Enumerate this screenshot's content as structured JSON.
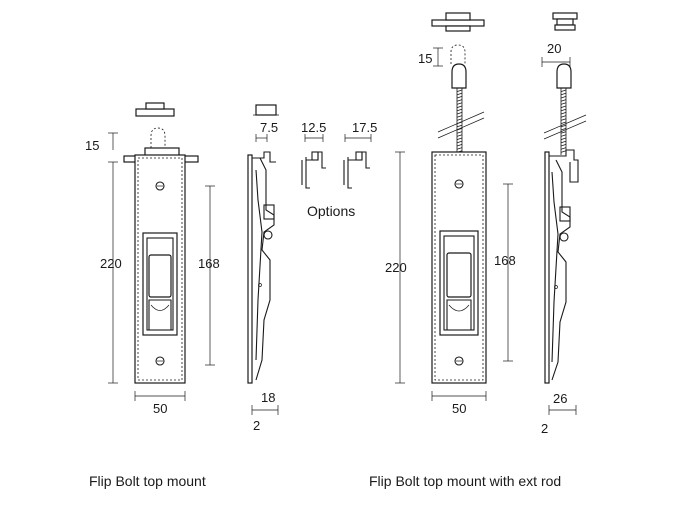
{
  "captions": {
    "left": "Flip Bolt top mount",
    "right": "Flip Bolt top mount with ext rod"
  },
  "options_label": "Options",
  "dimensions": {
    "left_keep_offset": "15",
    "left_height": "220",
    "left_slot_height": "168",
    "left_width": "50",
    "side_depth": "18",
    "side_plate": "2",
    "option_1": "7.5",
    "option_2": "12.5",
    "option_3": "17.5",
    "right_rod_offset": "15",
    "right_side_offset": "20",
    "right_height": "220",
    "right_slot_height": "168",
    "right_width": "50",
    "right_side_depth": "26",
    "right_side_plate": "2"
  }
}
